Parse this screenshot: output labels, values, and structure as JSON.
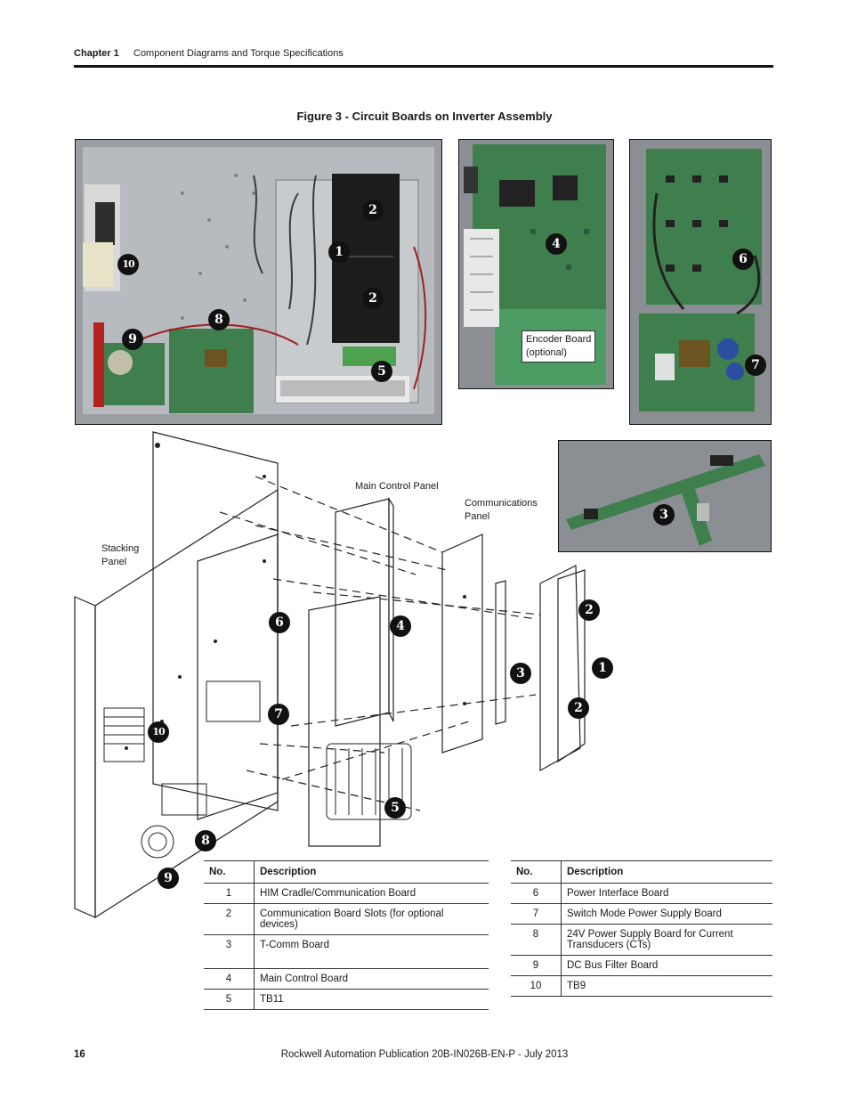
{
  "header": {
    "chapter": "Chapter 1",
    "section_title": "Component Diagrams and Torque Specifications"
  },
  "figure": {
    "title": "Figure 3 - Circuit Boards on Inverter Assembly",
    "encoder_label_line1": "Encoder Board",
    "encoder_label_line2": "(optional)",
    "exploded_labels": {
      "main_control_panel": "Main Control Panel",
      "communications_panel_line1": "Communications",
      "communications_panel_line2": "Panel",
      "stacking_panel_line1": "Stacking",
      "stacking_panel_line2": "Panel"
    },
    "callouts": {
      "c1": "1",
      "c2": "2",
      "c3": "3",
      "c4": "4",
      "c5": "5",
      "c6": "6",
      "c7": "7",
      "c8": "8",
      "c9": "9",
      "c10": "10"
    }
  },
  "table": {
    "headers": {
      "no": "No.",
      "description": "Description"
    },
    "left_rows": [
      {
        "no": "1",
        "description": "HIM Cradle/Communication Board"
      },
      {
        "no": "2",
        "description": "Communication Board Slots (for optional devices)"
      },
      {
        "no": "3",
        "description": "T-Comm Board"
      },
      {
        "no": "4",
        "description": "Main Control Board"
      },
      {
        "no": "5",
        "description": "TB11"
      }
    ],
    "right_rows": [
      {
        "no": "6",
        "description": "Power Interface Board"
      },
      {
        "no": "7",
        "description": "Switch Mode Power Supply Board"
      },
      {
        "no": "8",
        "description": "24V Power Supply Board for Current Transducers (CTs)"
      },
      {
        "no": "9",
        "description": "DC Bus Filter Board"
      },
      {
        "no": "10",
        "description": "TB9"
      }
    ]
  },
  "footer": {
    "page_number": "16",
    "publication": "Rockwell Automation Publication 20B-IN026B-EN-P - July 2013"
  },
  "colors": {
    "pcb_green": "#3f7f4d",
    "panel_gray": "#a9aeb3",
    "photo_bg": "#8b8f93",
    "callout": "#111111"
  }
}
